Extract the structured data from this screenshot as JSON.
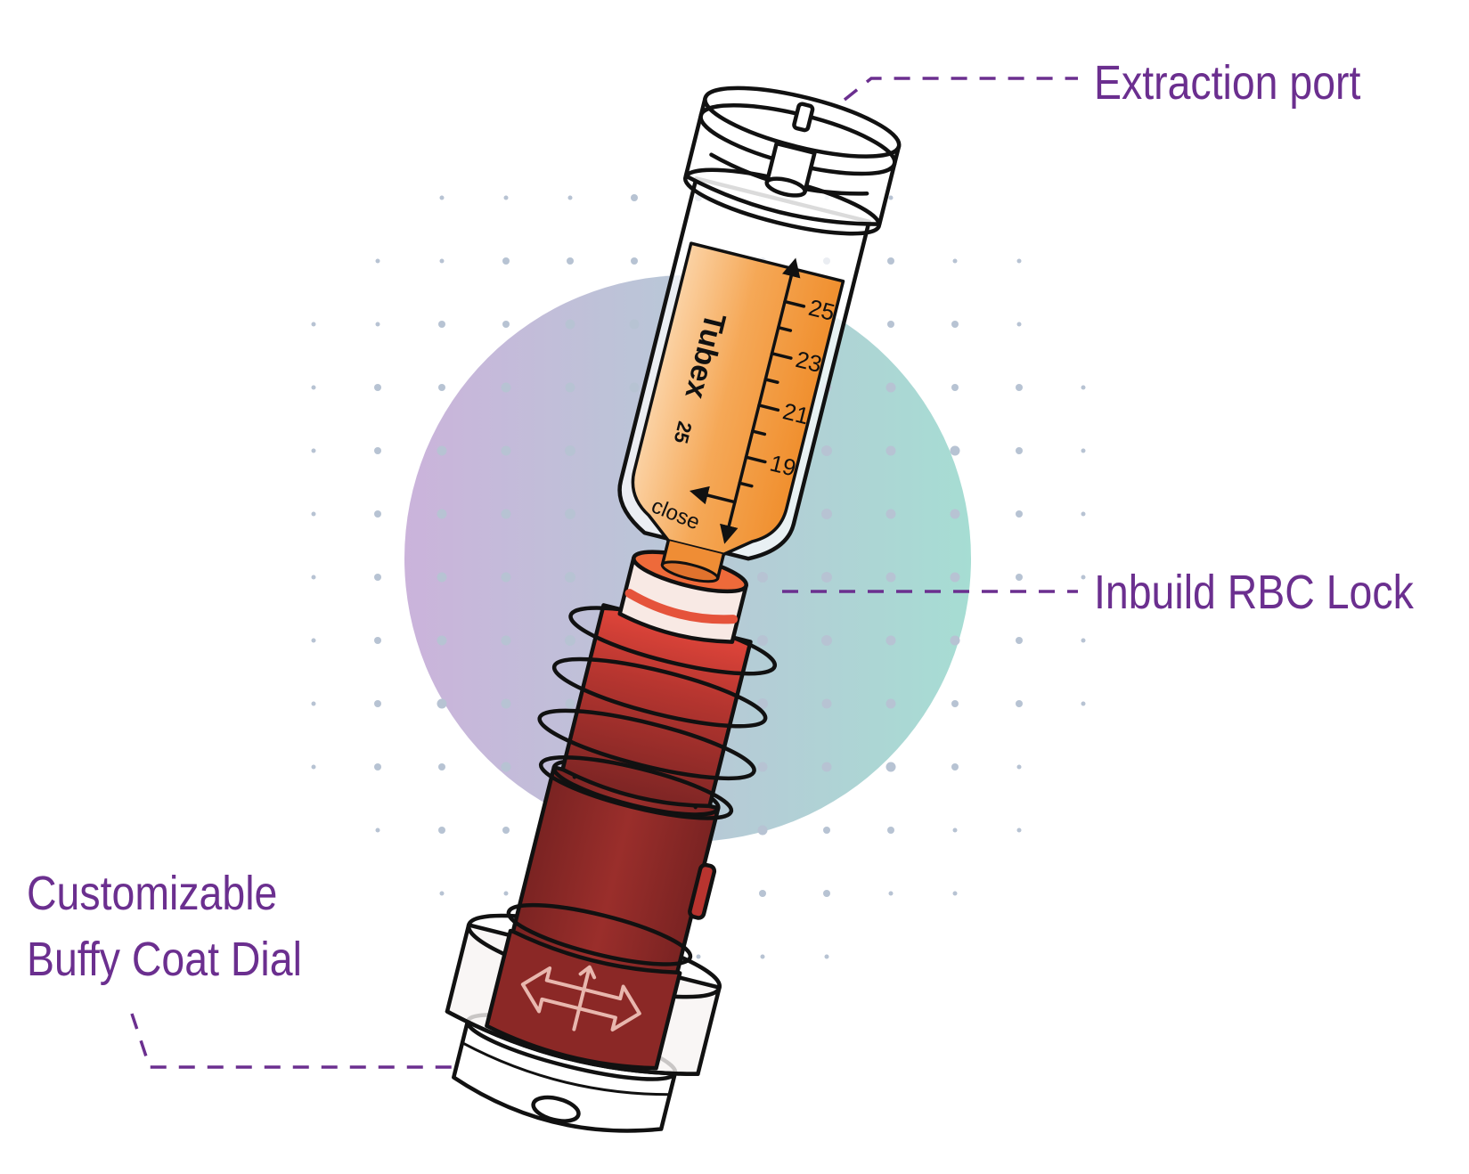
{
  "labels": {
    "extraction_port": "Extraction port",
    "rbc_lock": "Inbuild RBC Lock",
    "buffy_line1": "Customizable",
    "buffy_line2": "Buffy Coat Dial"
  },
  "tube": {
    "brand": "Tubex",
    "size_mark": "25",
    "scale_ticks": [
      "25",
      "23",
      "21",
      "19"
    ],
    "close_label": "close"
  },
  "colors": {
    "label_purple": "#6b2f8f",
    "circle_left": "#c9b3da",
    "circle_right": "#a9dcd2",
    "plasma_orange": "#f39a3c",
    "blood_red": "#8e2a28",
    "outline": "#111111",
    "dots": "#b7c3d3"
  }
}
